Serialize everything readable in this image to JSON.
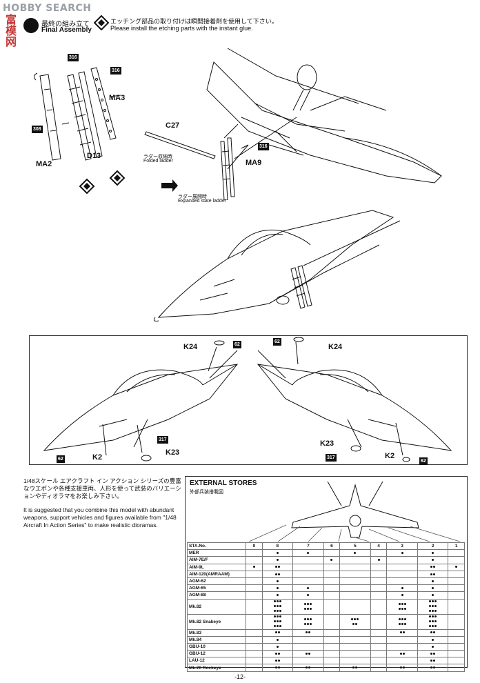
{
  "watermark": {
    "brand": "HOBBY SEARCH",
    "side_text": "富模网"
  },
  "step": {
    "number": "",
    "title_jp": "最終の組み立て",
    "title_en": "Final Assembly",
    "note_jp": "エッチング部品の取り付けは瞬間接着剤を使用して下さい。",
    "note_en": "Please install the etching parts with the instant glue."
  },
  "ladder_parts": {
    "badge_a": "316",
    "badge_b": "316",
    "badge_c": "308",
    "ma3": "MA3",
    "ma2": "MA2",
    "d13": "D13"
  },
  "ladder_options": {
    "c27": "C27",
    "folded_jp": "ラダー収納時",
    "folded_en": "Folded ladder",
    "expanded_jp": "ラダー展開時",
    "expanded_en": "Expanded state ladder",
    "ma9": "MA9",
    "badge": "316"
  },
  "panel": {
    "left": {
      "k24": "K24",
      "k24_badge": "62",
      "k2": "K2",
      "k2_badge": "62",
      "k23": "K23",
      "k23_badge": "317"
    },
    "right": {
      "k24": "K24",
      "k24_badge": "62",
      "k2": "K2",
      "k2_badge": "62",
      "k23": "K23",
      "k23_badge": "317"
    }
  },
  "promo": {
    "jp": "1/48スケール エアクラフト イン アクション シリーズの豊富なウエポンや各種支援車両、人形を使って武装のバリエーションやディオラマをお楽しみ下さい。",
    "en": "It is suggested that you combine this model with abundant weapons, support vehicles and figures available from \"1/48 Aircraft In Action Series\" to make realistic dioramas."
  },
  "stores": {
    "title_en": "EXTERNAL STORES",
    "title_jp": "外部兵装搭載図",
    "header": "STA.No.",
    "stations": [
      "9",
      "8",
      "7",
      "6",
      "5",
      "4",
      "3",
      "2",
      "1"
    ],
    "rows": [
      {
        "name": "MER",
        "cells": [
          0,
          1,
          1,
          0,
          1,
          0,
          1,
          1,
          0
        ]
      },
      {
        "name": "AIM-7E/F",
        "cells": [
          0,
          1,
          0,
          1,
          0,
          1,
          0,
          1,
          0
        ]
      },
      {
        "name": "AIM-9L",
        "cells": [
          1,
          2,
          0,
          0,
          0,
          0,
          0,
          2,
          1
        ]
      },
      {
        "name": "AIM-120(AMRAAM)",
        "cells": [
          0,
          2,
          0,
          0,
          0,
          0,
          0,
          2,
          0
        ]
      },
      {
        "name": "AGM-62",
        "cells": [
          0,
          1,
          0,
          0,
          0,
          0,
          0,
          1,
          0
        ]
      },
      {
        "name": "AGM-65",
        "cells": [
          0,
          1,
          1,
          0,
          0,
          0,
          1,
          1,
          0
        ]
      },
      {
        "name": "AGM-88",
        "cells": [
          0,
          1,
          1,
          0,
          0,
          0,
          1,
          1,
          0
        ]
      },
      {
        "name": "Mk.82",
        "cells": [
          0,
          9,
          6,
          0,
          0,
          0,
          6,
          9,
          0
        ]
      },
      {
        "name": "Mk.82 Snakeye",
        "cells": [
          0,
          9,
          6,
          0,
          5,
          0,
          6,
          9,
          0
        ]
      },
      {
        "name": "Mk.83",
        "cells": [
          0,
          2,
          2,
          0,
          0,
          0,
          2,
          2,
          0
        ]
      },
      {
        "name": "Mk.84",
        "cells": [
          0,
          1,
          0,
          0,
          0,
          0,
          0,
          1,
          0
        ]
      },
      {
        "name": "GBU-10",
        "cells": [
          0,
          1,
          0,
          0,
          0,
          0,
          0,
          1,
          0
        ]
      },
      {
        "name": "GBU-12",
        "cells": [
          0,
          2,
          2,
          0,
          0,
          0,
          2,
          2,
          0
        ]
      },
      {
        "name": "LAU-12",
        "cells": [
          0,
          2,
          0,
          0,
          0,
          0,
          0,
          2,
          0
        ]
      },
      {
        "name": "Mk.20 Rockeye",
        "cells": [
          0,
          2,
          2,
          0,
          2,
          0,
          2,
          2,
          0
        ]
      }
    ]
  },
  "page_number": "-12-"
}
